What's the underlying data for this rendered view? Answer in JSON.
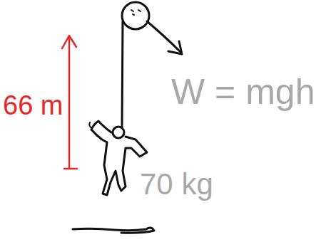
{
  "diagram": {
    "labels": [
      "66 m",
      "W = mgh",
      "70 kg"
    ]
  }
}
